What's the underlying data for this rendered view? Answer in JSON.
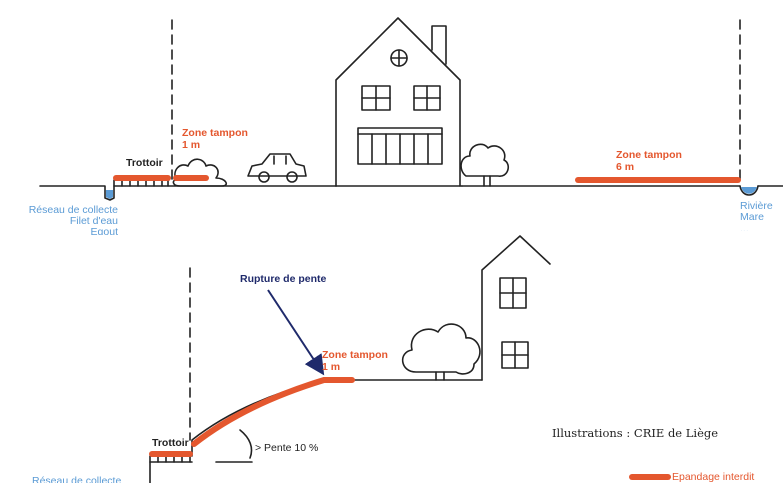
{
  "colors": {
    "buffer_red": "#e4572e",
    "water_blue": "#5b9bd5",
    "arrow_navy": "#1f2a6b",
    "ink": "#222222"
  },
  "top": {
    "network_lines": [
      "Réseau de collecte",
      "Filet d'eau",
      "Egout"
    ],
    "sidewalk": "Trottoir",
    "zone_near": {
      "title": "Zone tampon",
      "distance": "1 m"
    },
    "zone_far": {
      "title": "Zone tampon",
      "distance": "6 m"
    },
    "water_lines": [
      "Rivière",
      "Mare",
      "..."
    ]
  },
  "bottom": {
    "break_label": "Rupture de pente",
    "zone": {
      "title": "Zone tampon",
      "distance": "1 m"
    },
    "sidewalk": "Trottoir",
    "slope": "> Pente 10 %",
    "network_cut": "Réseau de collecte"
  },
  "credit": "Illustrations : CRIE de Liège",
  "legend": {
    "label": "Epandage interdit",
    "icon": "red-bar-icon"
  }
}
